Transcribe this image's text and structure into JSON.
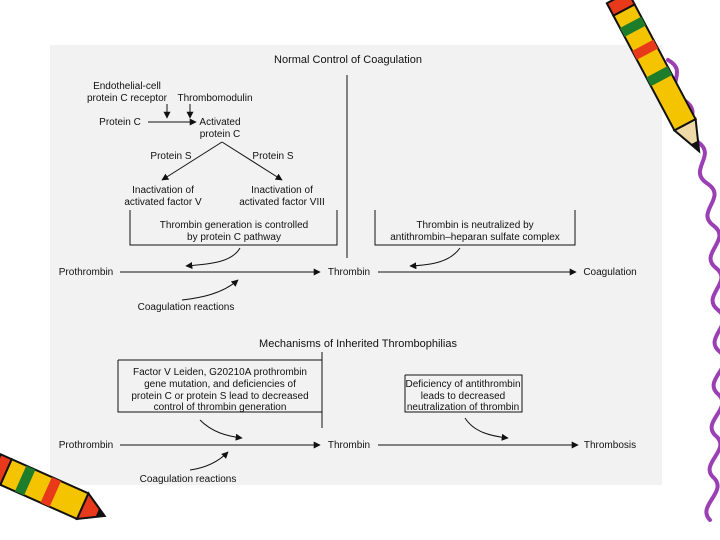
{
  "normal_section": {
    "title": "Normal Control of Coagulation",
    "receptor_label": [
      "Endothelial-cell",
      "protein C receptor"
    ],
    "thrombomodulin": "Thrombomodulin",
    "protein_c": "Protein C",
    "activated_protein_c": [
      "Activated",
      "protein C"
    ],
    "protein_s_left": "Protein S",
    "protein_s_right": "Protein S",
    "inactivation_v": [
      "Inactivation of",
      "activated factor V"
    ],
    "inactivation_viii": [
      "Inactivation of",
      "activated factor VIII"
    ],
    "thrombin_controlled": [
      "Thrombin generation is controlled",
      "by protein C pathway"
    ],
    "thrombin_neutralized": [
      "Thrombin is neutralized by",
      "antithrombin–heparan sulfate complex"
    ],
    "prothrombin": "Prothrombin",
    "thrombin": "Thrombin",
    "coagulation": "Coagulation",
    "coagulation_reactions": "Coagulation reactions"
  },
  "inherited_section": {
    "title": "Mechanisms of Inherited Thrombophilias",
    "factor_v_box": [
      "Factor V Leiden, G20210A prothrombin",
      "gene mutation, and deficiencies of",
      "protein C or protein S lead to decreased",
      "control of thrombin generation"
    ],
    "antithrombin_box": [
      "Deficiency of antithrombin",
      "leads to decreased",
      "neutralization of thrombin"
    ],
    "prothrombin": "Prothrombin",
    "thrombin": "Thrombin",
    "thrombosis": "Thrombosis",
    "coagulation_reactions": "Coagulation reactions"
  },
  "decorations": {
    "pencil_top_right": "pencil-icon",
    "pencil_bottom_left": "pencil-icon",
    "right_border": "squiggle-border",
    "pencil_colors": {
      "body": "#f5c400",
      "tip": "#e83a1a",
      "stripe": "#1e7d2b",
      "outline": "#111111"
    },
    "border_color": "#9b3fb5"
  }
}
